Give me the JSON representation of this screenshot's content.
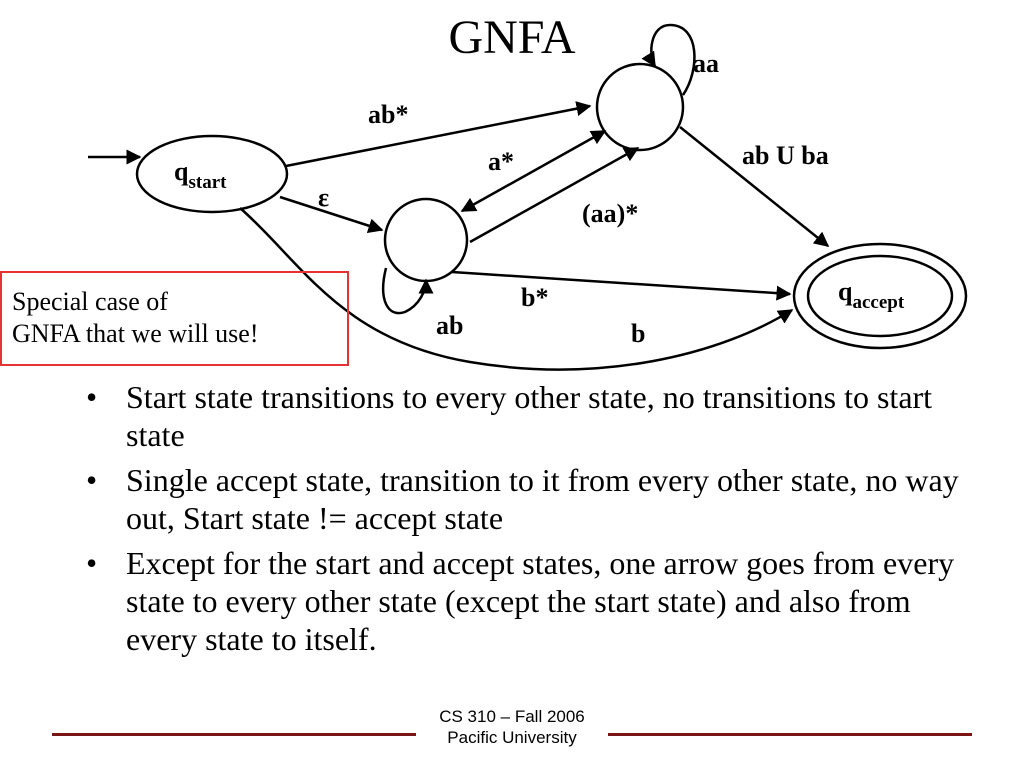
{
  "slide": {
    "title": "GNFA"
  },
  "diagram": {
    "states": {
      "start_main": "q",
      "start_sub": "start",
      "accept_main": "q",
      "accept_sub": "accept"
    },
    "transition_labels": {
      "start_to_top": "ab*",
      "top_self_loop": "aa",
      "top_to_accept": "ab U ba",
      "top_to_mid": "a*",
      "start_to_mid": "ε",
      "mid_to_top": "(aa)*",
      "mid_to_accept": "b*",
      "mid_self_loop": "ab",
      "start_to_accept": "b"
    }
  },
  "callout": {
    "line1": "Special case of",
    "line2": "GNFA that we will use!"
  },
  "bullets": [
    "Start state transitions to every other state, no transitions to start state",
    "Single accept state, transition to it from every other state, no way out, Start state != accept state",
    "Except for the start and accept states, one arrow goes from every state to every other state (except the start state) and also from every state to itself."
  ],
  "footer": {
    "line1": "CS 310 – Fall 2006",
    "line2": "Pacific University"
  },
  "colors": {
    "callout_border": "#e53333",
    "footer_rule": "#7a1515"
  }
}
